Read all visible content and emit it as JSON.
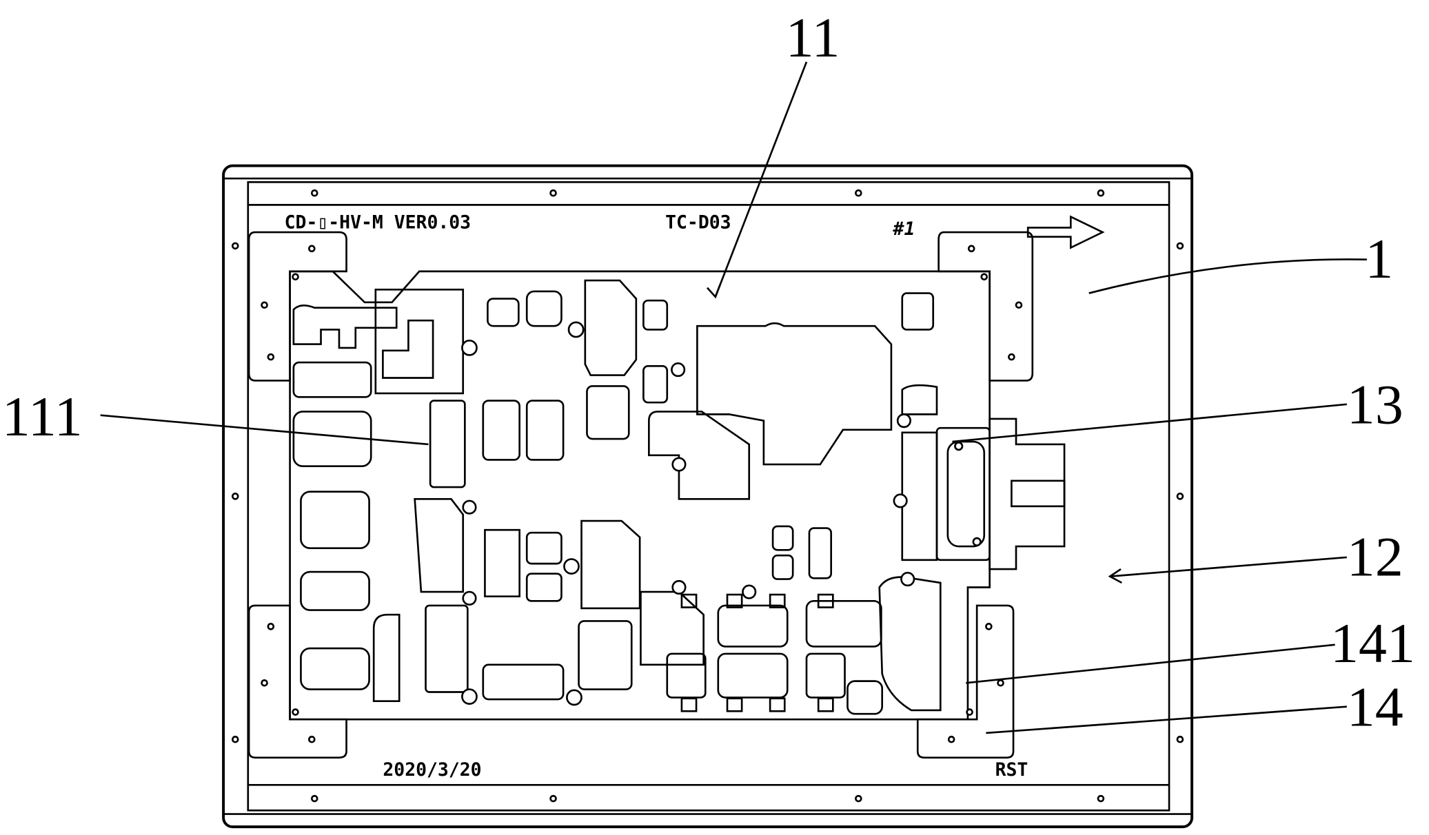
{
  "silkscreen": {
    "model": "CD-▯-HV-M  VER0.03",
    "code": "TC-D03",
    "number": "#1",
    "date": "2020/3/20",
    "reset": "RST"
  },
  "reference_labels": {
    "fixture": "1",
    "board": "11",
    "board_feature": "111",
    "cavity": "12",
    "connector": "13",
    "clamp": "14",
    "clamp_pin": "141"
  }
}
